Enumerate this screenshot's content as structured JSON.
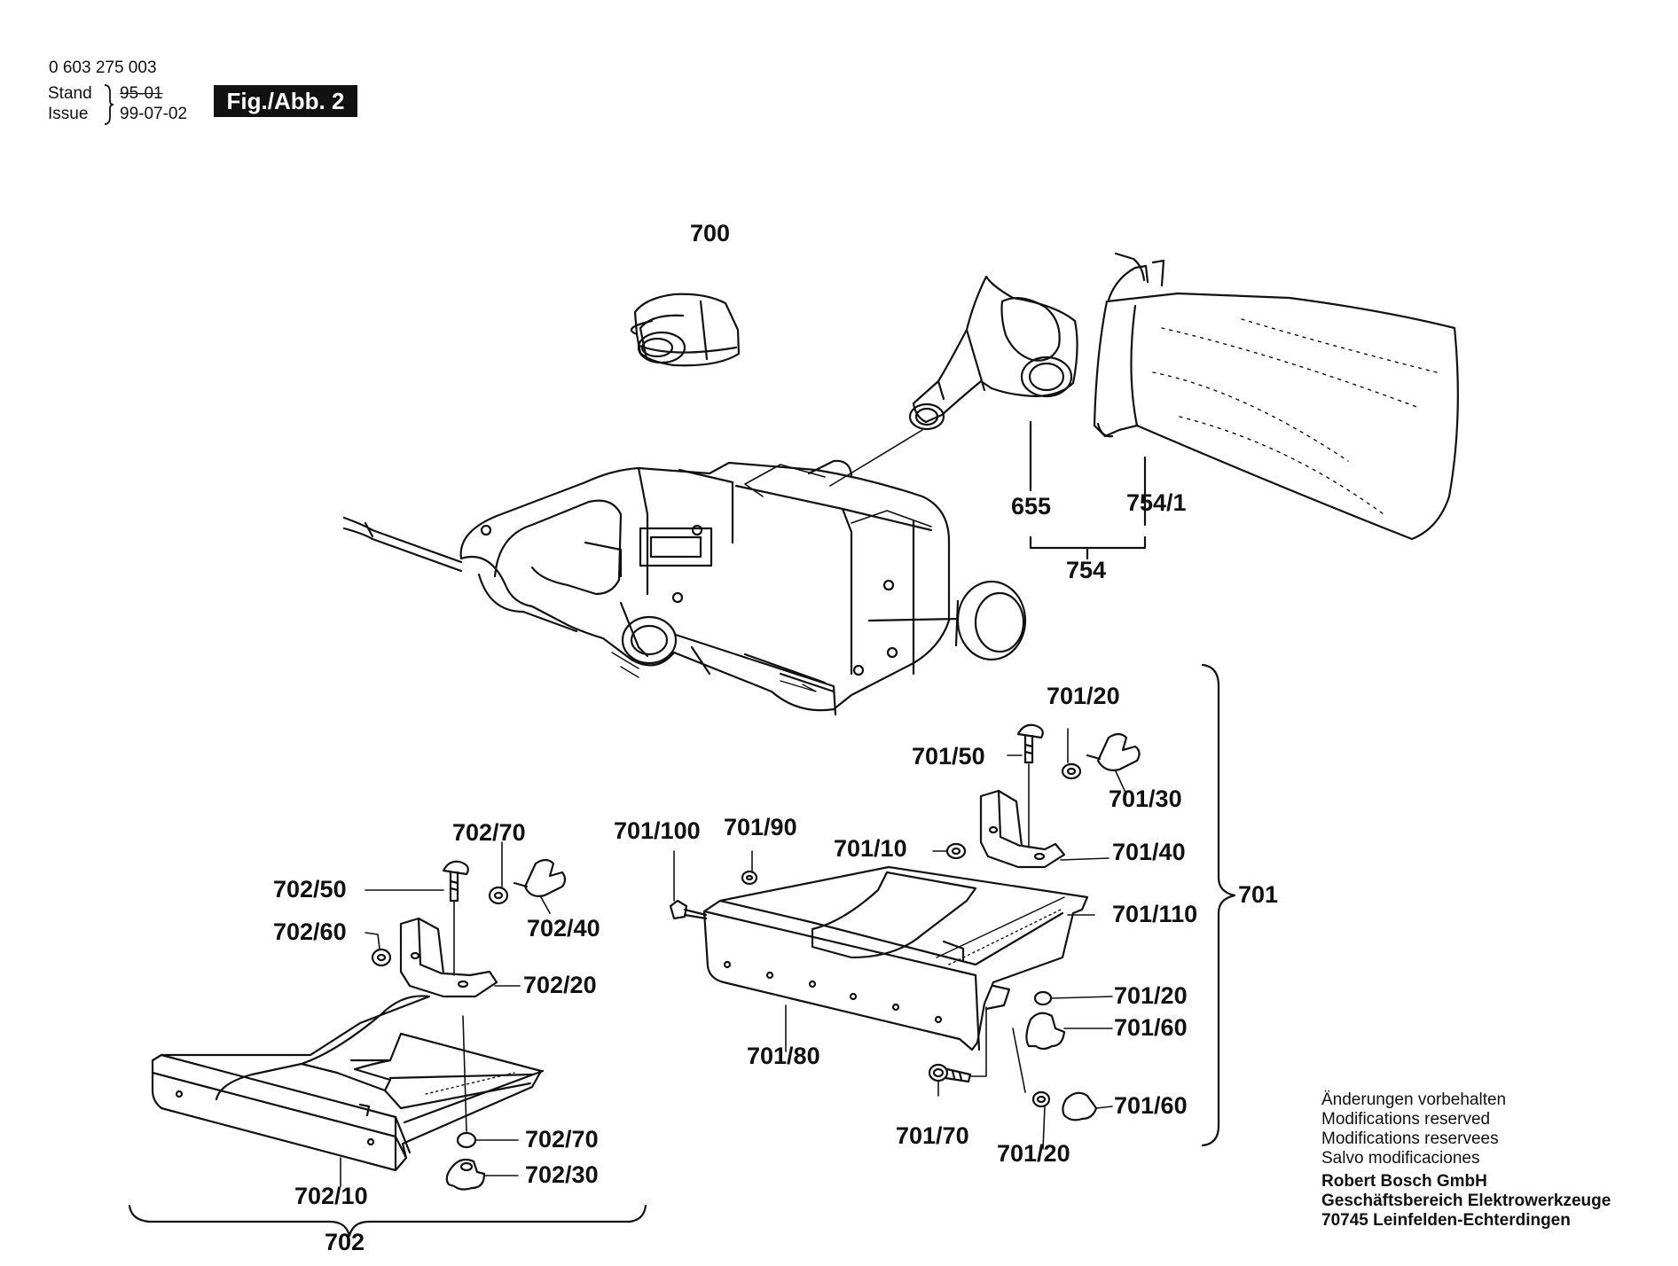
{
  "header": {
    "part_number": "0 603 275 003",
    "stand_label": "Stand",
    "issue_label": "Issue",
    "stand_date_old": "95-01",
    "issue_date": "99-07-02",
    "figure_badge": "Fig./Abb. 2"
  },
  "callouts": {
    "c700": "700",
    "c655": "655",
    "c754_1": "754/1",
    "c754": "754",
    "c701_20_top": "701/20",
    "c701_50": "701/50",
    "c701_30": "701/30",
    "c701_100": "701/100",
    "c701_90": "701/90",
    "c701_10": "701/10",
    "c701_40": "701/40",
    "c701_110": "701/110",
    "c701": "701",
    "c701_20_mid": "701/20",
    "c701_60_mid": "701/60",
    "c701_60_low": "701/60",
    "c701_80": "701/80",
    "c701_70": "701/70",
    "c701_20_bot": "701/20",
    "c702_70_top": "702/70",
    "c702_50": "702/50",
    "c702_40": "702/40",
    "c702_60": "702/60",
    "c702_20": "702/20",
    "c702_70_bot": "702/70",
    "c702_30": "702/30",
    "c702_10": "702/10",
    "c702": "702"
  },
  "notes": {
    "line1": "Änderungen vorbehalten",
    "line2": "Modifications reserved",
    "line3": "Modifications reservees",
    "line4": "Salvo modificaciones",
    "company": "Robert Bosch GmbH",
    "division": "Geschäftsbereich Elektrowerkzeuge",
    "address": "70745 Leinfelden-Echterdingen"
  }
}
